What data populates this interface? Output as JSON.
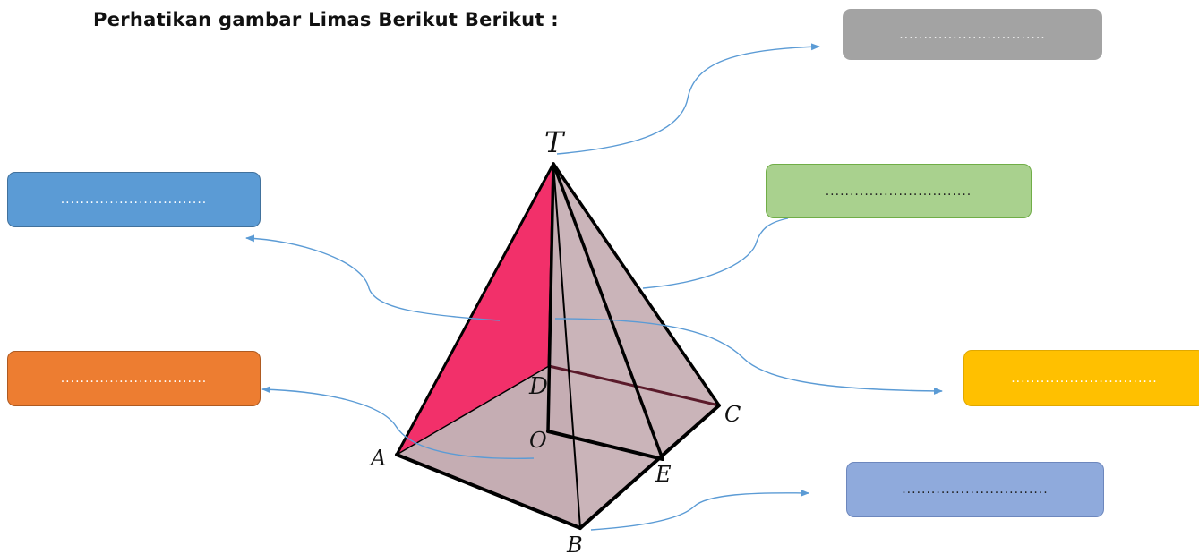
{
  "title": "Perhatikan gambar Limas Berikut Berikut :",
  "answer_boxes": {
    "gray": {
      "placeholder": "..............................",
      "color": "#a3a3a3"
    },
    "blue": {
      "placeholder": "..............................",
      "color": "#5b9bd5"
    },
    "green": {
      "placeholder": "..............................",
      "color": "#a9d18e"
    },
    "orange": {
      "placeholder": "..............................",
      "color": "#ed7d31"
    },
    "yellow": {
      "placeholder": "..............................",
      "color": "#ffc000"
    },
    "purple": {
      "placeholder": "..............................",
      "color": "#8faadc"
    }
  },
  "pyramid": {
    "vertex_labels": {
      "T": "T",
      "A": "A",
      "B": "B",
      "C": "C",
      "D": "D",
      "E": "E",
      "O": "O"
    },
    "colors": {
      "face_highlight": "#f2306a",
      "faces": "#c9b2b7",
      "edges": "#000000",
      "hidden_edge": "#5a1a2a",
      "arrows": "#5b9bd5"
    }
  }
}
